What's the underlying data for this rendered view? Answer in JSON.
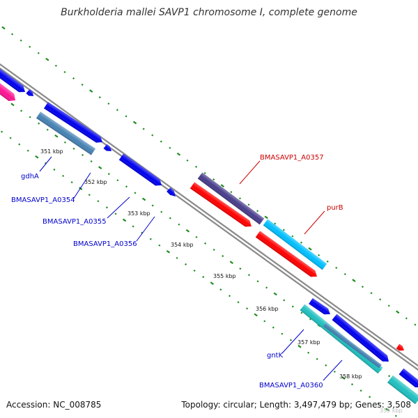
{
  "title": "Burkholderia mallei SAVP1 chromosome I, complete genome",
  "accession": "Accession: NC_008785",
  "topology": "Topology: circular; Length: 3,497,479 bp; Genes: 3,508",
  "colors": {
    "backbone": "#8a8a8a",
    "tick_dots": "#1e8c1e",
    "label_blue": "#0000cc",
    "label_red": "#cc0000",
    "gene_blue": "#0000ee",
    "gene_steel": "#4682b4",
    "gene_red": "#ff0000",
    "gene_purple": "#483d8b",
    "gene_cyan": "#00bfff",
    "gene_turquoise": "#20c0c0",
    "gene_pink": "#ff1493"
  },
  "scale_labels": [
    "351 kbp",
    "352 kbp",
    "353 kbp",
    "354 kbp",
    "355 kbp",
    "356 kbp",
    "357 kbp",
    "358 kbp",
    "359 kbp"
  ],
  "gene_labels": [
    {
      "text": "gdhA",
      "color": "blue"
    },
    {
      "text": "BMASAVP1_A0354",
      "color": "blue"
    },
    {
      "text": "BMASAVP1_A0355",
      "color": "blue"
    },
    {
      "text": "BMASAVP1_A0356",
      "color": "blue"
    },
    {
      "text": "BMASAVP1_A0357",
      "color": "red"
    },
    {
      "text": "purB",
      "color": "red"
    },
    {
      "text": "gntK",
      "color": "blue"
    },
    {
      "text": "BMASAVP1_A0360",
      "color": "blue"
    }
  ]
}
